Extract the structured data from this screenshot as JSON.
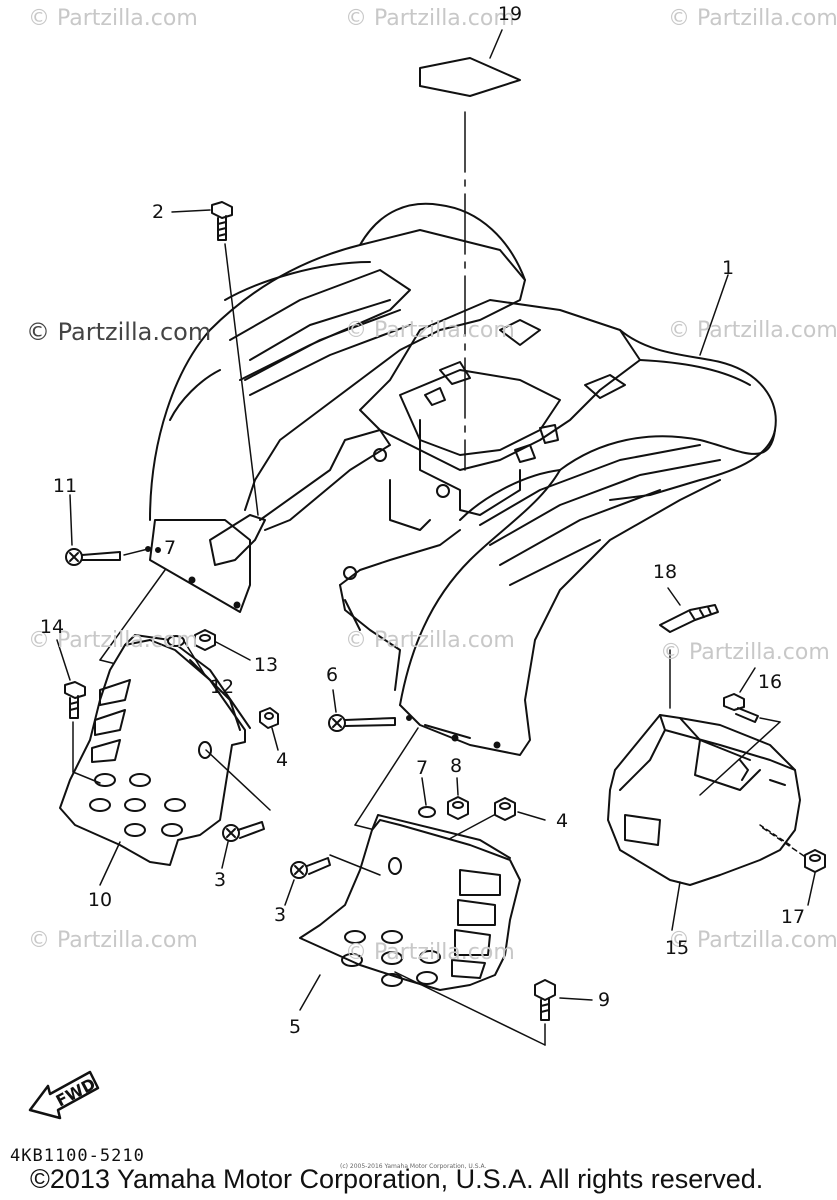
{
  "watermark": {
    "text": "© Partzilla.com",
    "color": "#c8c8c8"
  },
  "callouts": [
    "1",
    "2",
    "3",
    "3",
    "4",
    "4",
    "5",
    "6",
    "7",
    "7",
    "8",
    "9",
    "10",
    "11",
    "12",
    "13",
    "14",
    "15",
    "16",
    "17",
    "18",
    "19"
  ],
  "fwd_label": "FWD",
  "diagram_code": "4KB1100-5210",
  "small_notice": "(c) 2005-2016 Yamaha Motor Corporation, U.S.A.",
  "copyright": "©2013 Yamaha Motor Corporation, U.S.A. All rights reserved."
}
